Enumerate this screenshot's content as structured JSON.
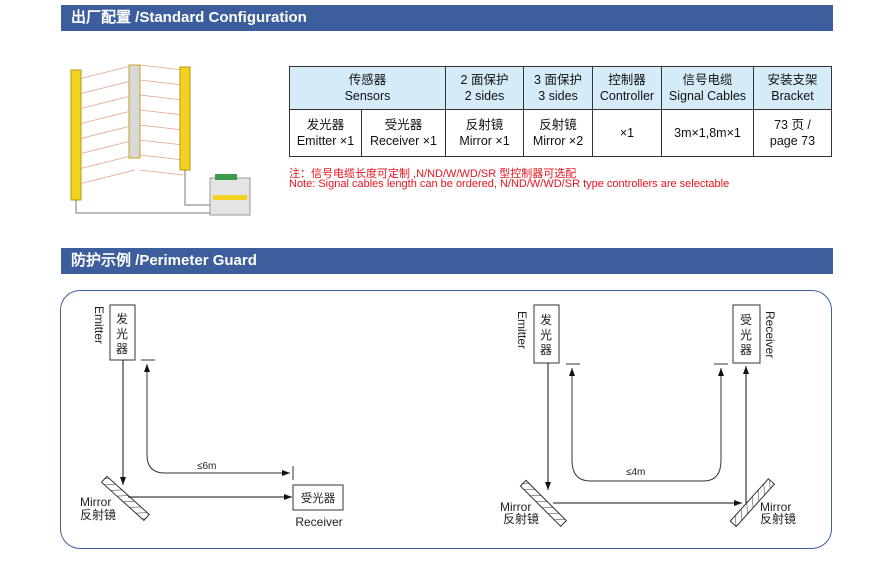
{
  "section1": {
    "title": "出厂配置 /Standard Configuration"
  },
  "table": {
    "headers": [
      {
        "cn": "传感器",
        "en": "Sensors"
      },
      {
        "cn": "2 面保护",
        "en": "2 sides"
      },
      {
        "cn": "3 面保护",
        "en": "3 sides"
      },
      {
        "cn": "控制器",
        "en": "Controller"
      },
      {
        "cn": "信号电缆",
        "en": "Signal Cables"
      },
      {
        "cn": "安装支架",
        "en": "Bracket"
      }
    ],
    "row": [
      {
        "cn": "发光器",
        "en": "Emitter ×1"
      },
      {
        "cn": "受光器",
        "en": "Receiver ×1"
      },
      {
        "cn": "反射镜",
        "en": "Mirror ×1"
      },
      {
        "cn": "反射镜",
        "en": "Mirror ×2"
      },
      {
        "cn": "",
        "en": "×1"
      },
      {
        "cn": "",
        "en": "3m×1,8m×1"
      },
      {
        "cn": "73 页 /",
        "en": "page 73"
      }
    ]
  },
  "notes": {
    "cn": "注：信号电缆长度可定制 ,N/ND/W/WD/SR 型控制器可选配",
    "en": "Note: Signal cables length can be ordered, N/ND/W/WD/SR type controllers are selectable"
  },
  "section2": {
    "title": "防护示例 /Perimeter Guard"
  },
  "diagram": {
    "emitter_cn": [
      "发",
      "光",
      "器"
    ],
    "emitter_en": "Emitter",
    "receiver_cn": "受光器",
    "receiver_cn_v": [
      "受",
      "光",
      "器"
    ],
    "receiver_en": "Receiver",
    "mirror_en": "Mirror",
    "mirror_cn": "反射镜",
    "dist1": "≤6m",
    "dist2": "≤4m"
  },
  "colors": {
    "header": "#3d5e9d",
    "table_header": "#d5ebf8",
    "note": "#e8141e"
  }
}
